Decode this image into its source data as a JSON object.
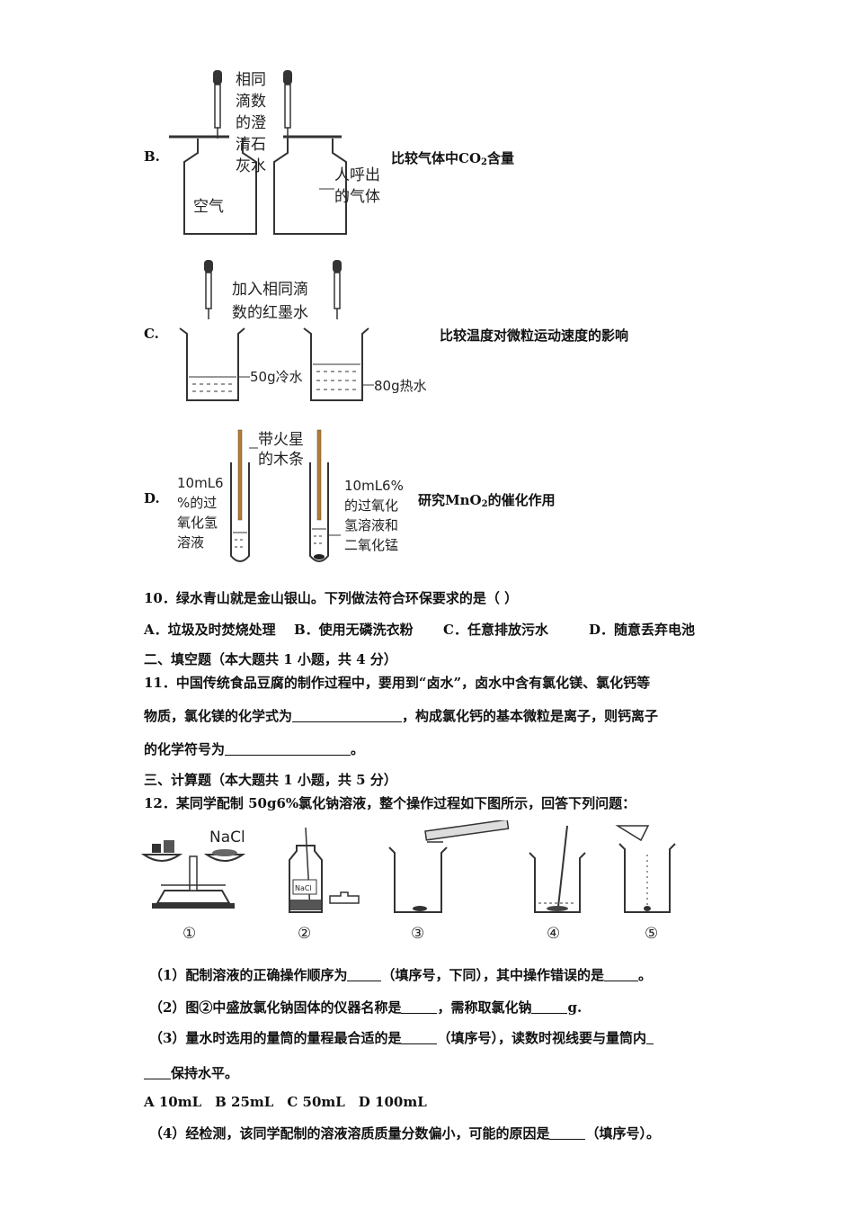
{
  "optionB": {
    "letter": "B.",
    "desc_pre": "比较气体中",
    "desc_chem": "CO",
    "desc_sub": "2",
    "desc_post": "含量",
    "fig_label_top": [
      "相同",
      "滴数",
      "的澄",
      "清石",
      "灰水"
    ],
    "fig_label_left": "空气",
    "fig_label_right": [
      "人呼出",
      "的气体"
    ]
  },
  "optionC": {
    "letter": "C.",
    "desc": "比较温度对微粒运动速度的影响",
    "fig_label_top": [
      "加入相同滴",
      "数的红墨水"
    ],
    "fig_label_cold": "50g冷水",
    "fig_label_hot": "80g热水"
  },
  "optionD": {
    "letter": "D.",
    "desc_pre": "研究",
    "desc_chem": "MnO",
    "desc_sub": "2",
    "desc_post": "的催化作用",
    "fig_label_top": [
      "带火星",
      "的木条"
    ],
    "fig_label_left": [
      "10mL6",
      "%的过",
      "氧化氢",
      "溶液"
    ],
    "fig_label_right": [
      "10mL6%",
      "的过氧化",
      "氢溶液和",
      "二氧化锰"
    ]
  },
  "q10": {
    "stem": "10．绿水青山就是金山银山。下列做法符合环保要求的是（ ）",
    "options": [
      "A．垃圾及时焚烧处理",
      "B．使用无磷洗衣粉",
      "C．任意排放污水",
      "D．随意丢弃电池"
    ]
  },
  "section2": "二、填空题（本大题共 1 小题，共 4 分）",
  "q11": {
    "line1": "11．中国传统食品豆腐的制作过程中，要用到“卤水”，卤水中含有氯化镁、氯化钙等",
    "line2_pre": "物质，氯化镁的化学式为",
    "line2_post": "，构成氯化钙的基本微粒是离子，则钙离子",
    "line3_pre": "的化学符号为",
    "line3_post": "。"
  },
  "section3": "三、计算题（本大题共 1 小题，共 5 分）",
  "q12": {
    "stem": "12．某同学配制 50g6%氯化钠溶液，整个操作过程如下图所示，回答下列问题：",
    "fig_nacl": "NaCl",
    "fig_bottle_label": "NaCl",
    "steps": [
      "①",
      "②",
      "③",
      "④",
      "⑤"
    ],
    "p1_pre": "（1）配制溶液的正确操作顺序为",
    "p1_mid": "（填序号，下同），其中操作错误的是",
    "p1_post": "。",
    "p2_pre": "（2）图②中盛放氯化钠固体的仪器名称是",
    "p2_mid": "，需称取氯化钠",
    "p2_post": "g.",
    "p3_pre": "（3）量水时选用的量筒的量程最合适的是",
    "p3_mid": "（填序号），读数时视线要与量筒内",
    "p3_line2_post": "保持水平。",
    "choices": "A 10mL　B 25mL　C 50mL　D 100mL",
    "p4_pre": "（4）经检测，该同学配制的溶液溶质质量分数偏小，可能的原因是",
    "p4_post": "（填序号）。"
  }
}
